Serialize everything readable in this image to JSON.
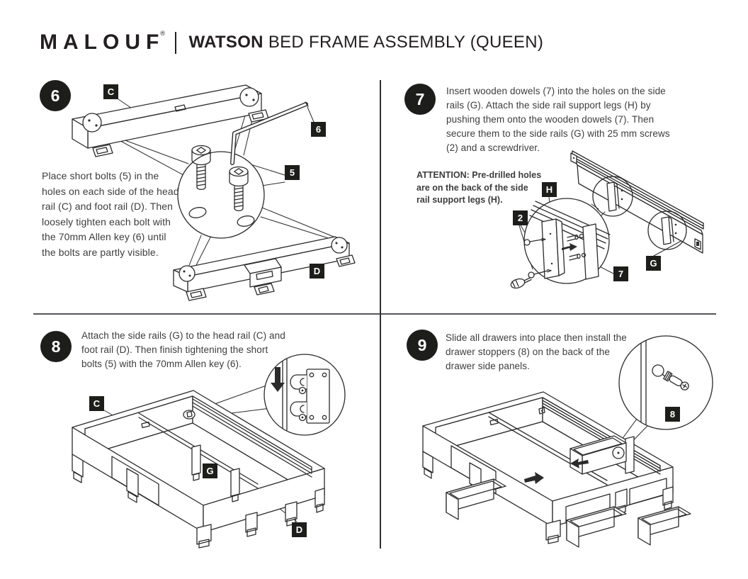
{
  "header": {
    "brand": "MALOUF",
    "registered_mark": "®",
    "divider": "|",
    "product": "WATSON",
    "title": "BED FRAME ASSEMBLY (QUEEN)"
  },
  "colors": {
    "ink": "#231f20",
    "label_bg": "#1d1d1b",
    "label_text": "#ffffff",
    "divider": "#55565a"
  },
  "steps": [
    {
      "number": "6",
      "instruction": "Place short bolts (5) in the holes on each side of the head rail (C) and foot rail (D). Then loosely tighten each bolt with the 70mm Allen key (6) until the bolts are partly visible.",
      "labels": [
        {
          "text": "C"
        },
        {
          "text": "6"
        },
        {
          "text": "5"
        },
        {
          "text": "D"
        }
      ]
    },
    {
      "number": "7",
      "instruction": "Insert wooden dowels (7) into the holes on the side rails (G). Attach the side rail support legs (H) by pushing them onto the wooden dowels (7). Then secure them to the side rails (G) with 25 mm screws (2) and a screwdriver.",
      "attention": "ATTENTION: Pre-drilled holes are on the back of the side rail support legs (H).",
      "labels": [
        {
          "text": "H"
        },
        {
          "text": "2"
        },
        {
          "text": "7"
        },
        {
          "text": "G"
        }
      ]
    },
    {
      "number": "8",
      "instruction": "Attach the side rails (G) to the head rail (C) and foot rail (D). Then finish tightening the short bolts (5) with the 70mm Allen key (6).",
      "labels": [
        {
          "text": "C"
        },
        {
          "text": "G"
        },
        {
          "text": "D"
        }
      ]
    },
    {
      "number": "9",
      "instruction": "Slide all drawers into place then install the drawer stoppers (8) on the back of the drawer side panels.",
      "labels": [
        {
          "text": "8"
        }
      ]
    }
  ]
}
